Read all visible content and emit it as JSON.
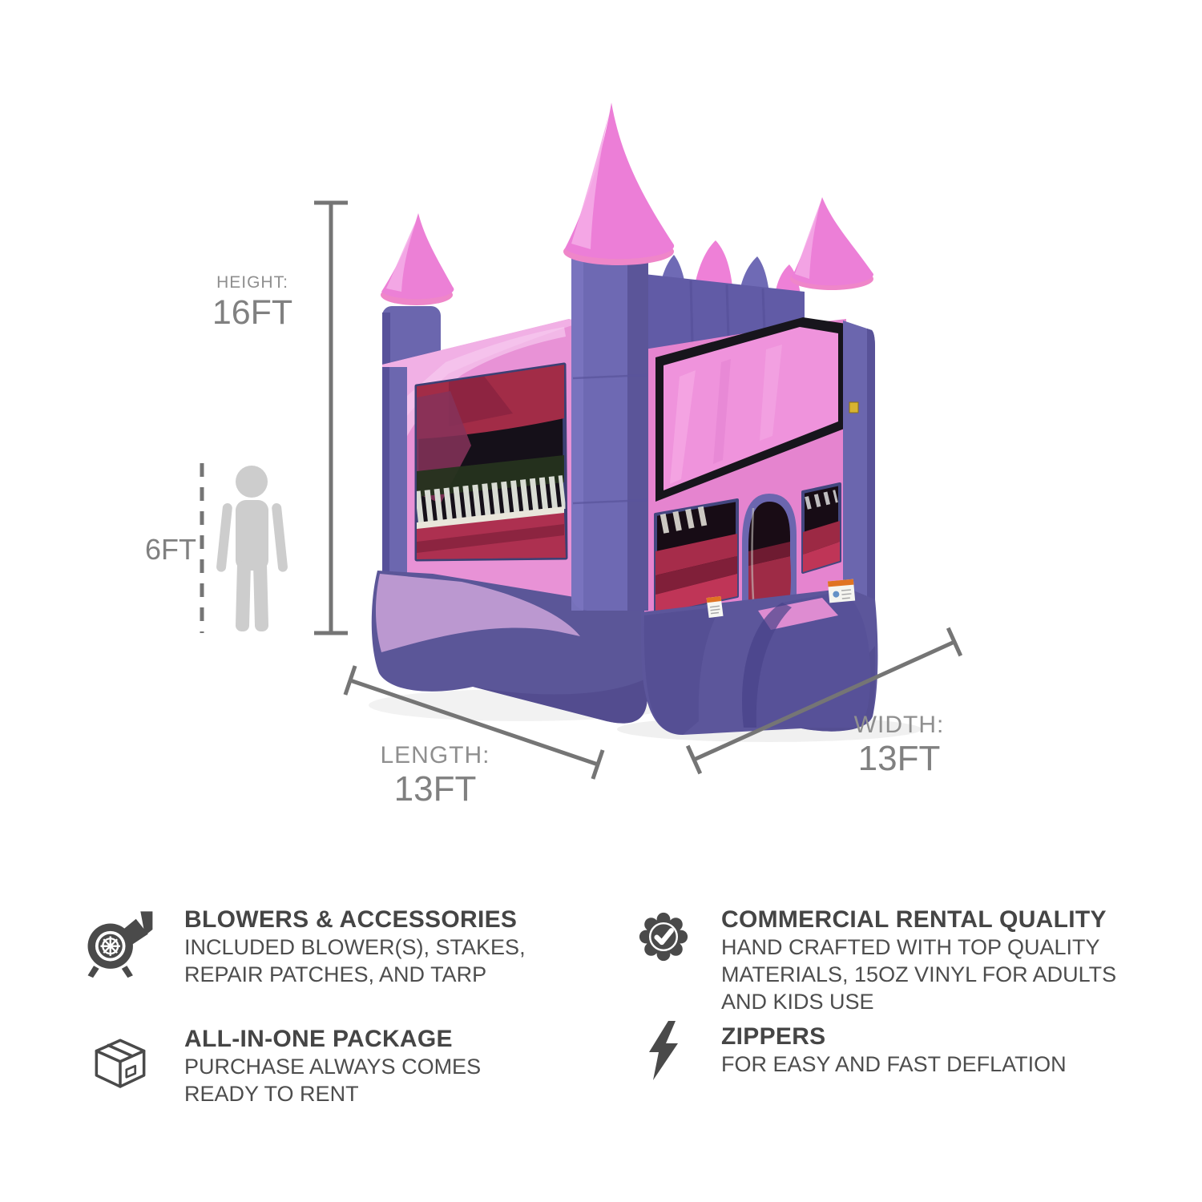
{
  "page": {
    "background": "#ffffff"
  },
  "illustration": {
    "caption": "Pink and purple inflatable bounce house castle with four spire towers, mesh windows and entrance ramp"
  },
  "dimensions": {
    "height": {
      "label": "HEIGHT:",
      "value": "16FT"
    },
    "person_height": {
      "value": "6FT"
    },
    "length": {
      "label": "LENGTH:",
      "value": "13FT"
    },
    "width": {
      "label": "WIDTH:",
      "value": "13FT"
    }
  },
  "features": [
    {
      "icon": "blower-icon",
      "title": "BLOWERS & ACCESSORIES",
      "description": "INCLUDED BLOWER(S), STAKES,\nREPAIR PATCHES, AND TARP"
    },
    {
      "icon": "quality-badge-icon",
      "title": "COMMERCIAL RENTAL QUALITY",
      "description": "HAND CRAFTED WITH TOP QUALITY\nMATERIALS, 15OZ VINYL FOR ADULTS\nAND KIDS USE"
    },
    {
      "icon": "package-box-icon",
      "title": "ALL-IN-ONE PACKAGE",
      "description": "PURCHASE ALWAYS COMES\nREADY TO RENT"
    },
    {
      "icon": "lightning-bolt-icon",
      "title": "ZIPPERS",
      "description": "FOR EASY AND FAST DEFLATION"
    }
  ],
  "colors": {
    "castle_pink": "#ec80d6",
    "castle_purple": "#6b66ae",
    "base_purple": "#5b5698",
    "banner_pink": "#ef93dc",
    "wall_pink": "#e892d6",
    "interior_red": "#a62c4a",
    "mesh_dark": "#170c15",
    "dimension_line_gray": "#757575",
    "dimension_label_gray": "#8f8f8f",
    "dimension_value_gray": "#808080",
    "silhouette_gray": "#cdcdcd",
    "icon_gray": "#4a4a4a",
    "feature_title_color": "#454545",
    "feature_desc_color": "#4d4d4d"
  }
}
